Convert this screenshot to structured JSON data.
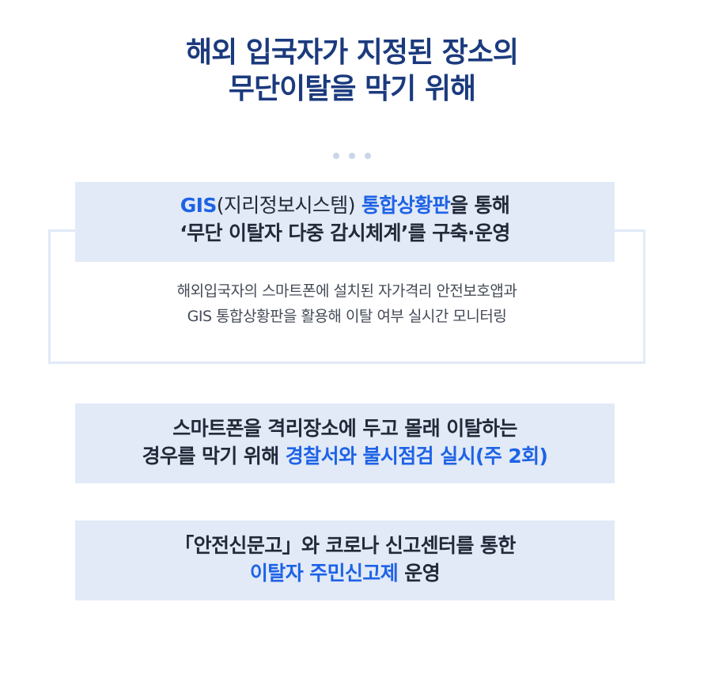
{
  "title": {
    "line1": "해외 입국자가 지정된 장소의",
    "line2": "무단이탈을 막기 위해"
  },
  "section1": {
    "heading": {
      "gis": "GIS",
      "gis_paren": "(지리정보시스템)",
      "board": "통합상황판",
      "through": "을 통해",
      "line2": "‘무단 이탈자 다중 감시체계’를 구축·운영"
    },
    "description": {
      "line1": "해외입국자의 스마트폰에 설치된 자가격리 안전보호앱과",
      "line2": "GIS 통합상황판을 활용해 이탈 여부 실시간 모니터링"
    }
  },
  "section2": {
    "line1": "스마트폰을 격리장소에 두고 몰래 이탈하는",
    "line2_prefix": "경우를 막기 위해 ",
    "line2_highlight": "경찰서와 불시점검 실시(주 2회)"
  },
  "section3": {
    "line1": "「안전신문고」와 코로나 신고센터를 통한",
    "line2_highlight": "이탈자 주민신고제",
    "line2_suffix": " 운영"
  },
  "colors": {
    "title": "#1b3a7e",
    "highlight": "#1e63e6",
    "box_bg": "#e2eaf7",
    "dot": "#c9d6ea"
  }
}
